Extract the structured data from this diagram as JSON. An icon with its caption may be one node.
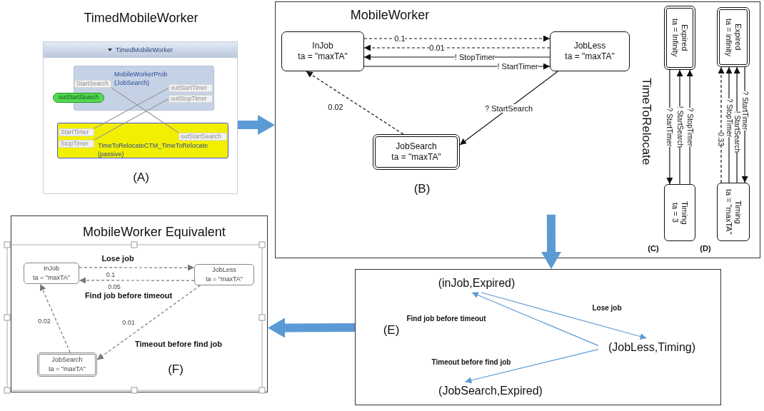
{
  "diagram": {
    "nodes": [
      {
        "text": [
          "TimedMobileWorker",
          "TimedMobileWorker",
          "(A)"
        ]
      },
      {
        "text": [
          "MobileWorkerProb (JobSearch)"
        ],
        "in": 0
      },
      {
        "text": [
          "StartSearch"
        ],
        "in": 1
      },
      {
        "text": [
          "outStartTimer"
        ],
        "in": 1
      },
      {
        "text": [
          "outStopTimer"
        ],
        "in": 1
      },
      {
        "text": [
          "outStartSearch"
        ],
        "in": 0
      },
      {
        "text": [
          "TimeToRelocateCTM_TimeToRelocate (passive)"
        ],
        "in": 0
      },
      {
        "text": [
          "StartTimer"
        ],
        "in": 6
      },
      {
        "text": [
          "StopTimer"
        ],
        "in": 6
      },
      {
        "text": [
          "outStartSearch"
        ],
        "in": 6
      },
      {
        "text": [
          "MobileWorker",
          "(B)"
        ]
      },
      {
        "text": [
          "InJob",
          "ta = \"maxTA\""
        ],
        "in": 10
      },
      {
        "text": [
          "JobLess",
          "ta = \"maxTA\""
        ],
        "in": 10
      },
      {
        "text": [
          "JobSearch",
          "ta = \"maxTA\""
        ],
        "in": 10
      },
      {
        "text": [
          "Expired",
          "ta = Infinity"
        ],
        "in": 10
      },
      {
        "text": [
          "Timing",
          "ta = 3"
        ],
        "in": 10
      },
      {
        "text": [
          "Expired",
          "ta = infinity"
        ],
        "in": 10
      },
      {
        "text": [
          "Timing",
          "ta = \"maxTA\""
        ],
        "in": 10
      },
      {
        "text": [
          "(E)"
        ]
      },
      {
        "text": [
          "(inJob,Expired)"
        ],
        "in": 18
      },
      {
        "text": [
          "(JobLess,Timing)"
        ],
        "in": 18
      },
      {
        "text": [
          "(JobSearch,Expired)"
        ],
        "in": 18
      },
      {
        "text": [
          "MobileWorker Equivalent",
          "(F)"
        ]
      },
      {
        "text": [
          "InJob",
          "ta = \"maxTA\""
        ],
        "in": 22
      },
      {
        "text": [
          "JobLess",
          "ta = \"maxTA\""
        ],
        "in": 22
      },
      {
        "text": [
          "JobSearch",
          "ta = \"maxTA\""
        ],
        "in": 22
      }
    ],
    "edges": [
      {
        "from": 3,
        "to": 7,
        "arrow": "none",
        "color": "#999999"
      },
      {
        "from": 4,
        "to": 8,
        "arrow": "none",
        "color": "#999999"
      },
      {
        "from": 9,
        "to": 2,
        "arrow": "none",
        "color": "#999999"
      },
      {
        "from": 11,
        "to": 12,
        "arrow": "to",
        "style": "dashed",
        "label": "0.1"
      },
      {
        "from": 12,
        "to": 11,
        "arrow": "to",
        "style": "dashed",
        "label": "0.01"
      },
      {
        "from": 12,
        "to": 11,
        "arrow": "to",
        "label": "! StopTimer"
      },
      {
        "from": 11,
        "to": 12,
        "arrow": "to",
        "label": "! StartTimer"
      },
      {
        "from": 12,
        "to": 13,
        "arrow": "to",
        "label": "? StartSearch"
      },
      {
        "from": 13,
        "to": 11,
        "arrow": "to",
        "style": "dashed",
        "label": "0.02"
      },
      {
        "from": 14,
        "to": 15,
        "arrow": "to",
        "label": "? StartTimer"
      },
      {
        "from": 15,
        "to": 14,
        "arrow": "to",
        "label": "! StartSearch"
      },
      {
        "from": 15,
        "to": 14,
        "arrow": "to",
        "label": "? StopTimer"
      },
      {
        "from": 16,
        "to": 17,
        "arrow": "to",
        "label": "? StartTimer"
      },
      {
        "from": 17,
        "to": 16,
        "arrow": "to",
        "label": "! StartSearch"
      },
      {
        "from": 17,
        "to": 16,
        "arrow": "to",
        "label": "? StopTimer"
      },
      {
        "from": 17,
        "to": 16,
        "arrow": "to",
        "style": "dashed",
        "label": "0.33"
      },
      {
        "from": 20,
        "to": 19,
        "arrow": "to",
        "color": "#5b9bd5",
        "label": "Find job before timeout"
      },
      {
        "from": 19,
        "to": 20,
        "arrow": "to",
        "color": "#5b9bd5",
        "label": "Lose job"
      },
      {
        "from": 20,
        "to": 21,
        "arrow": "to",
        "color": "#5b9bd5",
        "label": "Timeout before find job"
      },
      {
        "from": 23,
        "to": 24,
        "arrow": "to",
        "style": "dashed",
        "color": "#777777",
        "label": "0.1"
      },
      {
        "from": 24,
        "to": 23,
        "arrow": "to",
        "style": "dashed",
        "color": "#777777",
        "label": "0.05"
      },
      {
        "from": 25,
        "to": 23,
        "arrow": "to",
        "style": "dashed",
        "color": "#777777",
        "label": "0.02"
      },
      {
        "from": 24,
        "to": 25,
        "arrow": "to",
        "style": "dashed",
        "color": "#777777",
        "label": "0.01"
      },
      {
        "from": 0,
        "to": 10,
        "arrow": "to",
        "style": "thick",
        "color": "#5b9bd5"
      },
      {
        "from": 10,
        "to": 18,
        "arrow": "to",
        "style": "thick",
        "color": "#5b9bd5"
      },
      {
        "from": 18,
        "to": 22,
        "arrow": "to",
        "style": "thick",
        "color": "#5b9bd5"
      }
    ],
    "labels": [
      "TimeToRelocate",
      "(C)",
      "(D)",
      "Lose job",
      "Find job before timeout",
      "Timeout before find job"
    ]
  }
}
